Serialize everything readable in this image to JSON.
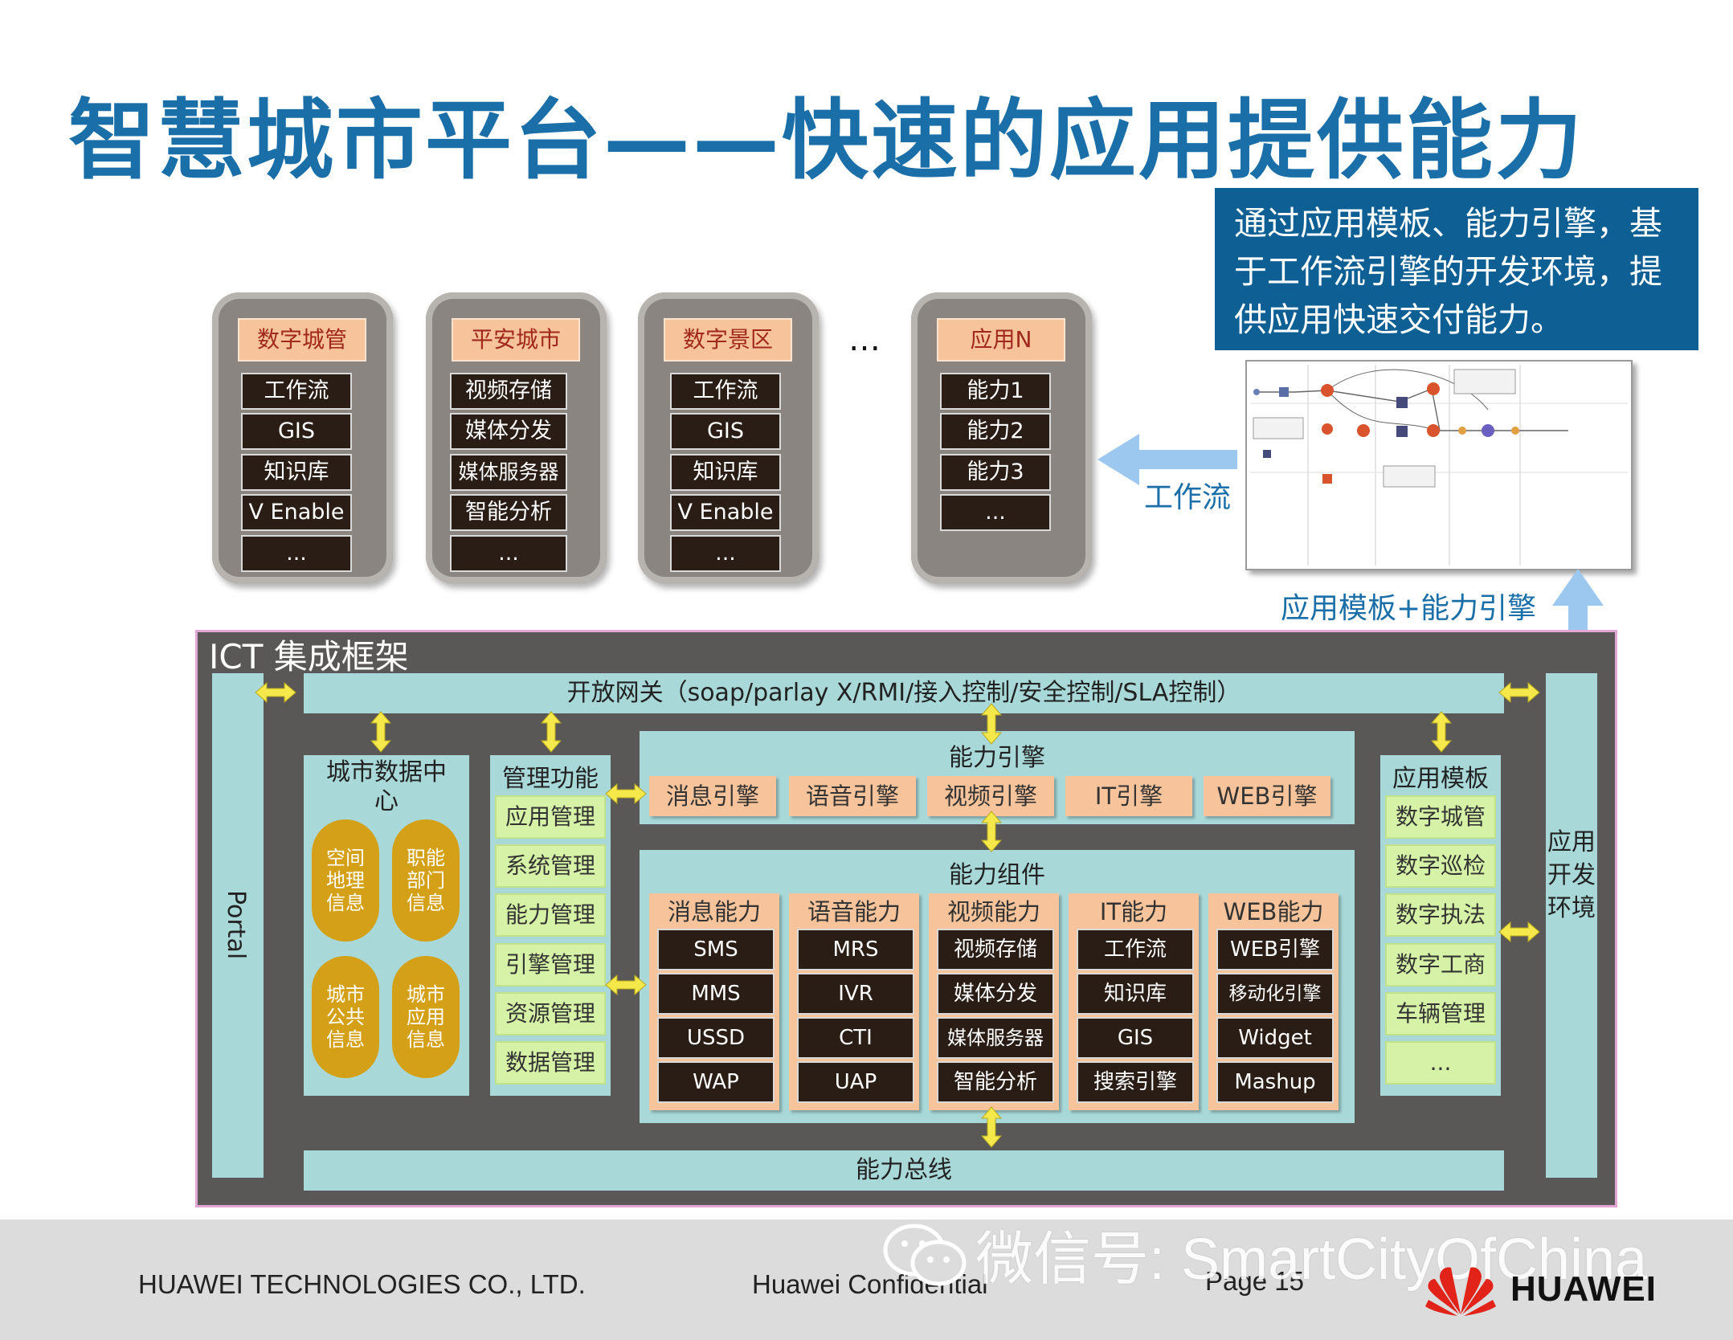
{
  "title": "智慧城市平台——快速的应用提供能力",
  "callout": "通过应用模板、能力引擎，基于工作流引擎的开发环境，提供应用快速交付能力。",
  "app_cards": [
    {
      "name": "数字城管",
      "items": [
        "工作流",
        "GIS",
        "知识库",
        "V Enable",
        "..."
      ]
    },
    {
      "name": "平安城市",
      "items": [
        "视频存储",
        "媒体分发",
        "媒体服务器",
        "智能分析",
        "..."
      ]
    },
    {
      "name": "数字景区",
      "items": [
        "工作流",
        "GIS",
        "知识库",
        "V Enable",
        "..."
      ]
    },
    {
      "name": "应用N",
      "items": [
        "能力1",
        "能力2",
        "能力3",
        "..."
      ]
    }
  ],
  "ellipsis": "…",
  "workflow_label": "工作流",
  "template_engine_label": "应用模板+能力引擎",
  "ict": {
    "title": "ICT 集成框架",
    "gateway": "开放网关（soap/parlay X/RMI/接入控制/安全控制/SLA控制）",
    "portal": "Portal",
    "dev_env": "应用开发环境",
    "bus": "能力总线",
    "data_center": {
      "title": "城市数据中心",
      "items": [
        "空间地理信息",
        "职能部门信息",
        "城市公共信息",
        "城市应用信息"
      ]
    },
    "management": {
      "title": "管理功能",
      "items": [
        "应用管理",
        "系统管理",
        "能力管理",
        "引擎管理",
        "资源管理",
        "数据管理"
      ]
    },
    "engines": {
      "title": "能力引擎",
      "items": [
        "消息引擎",
        "语音引擎",
        "视频引擎",
        "IT引擎",
        "WEB引擎"
      ]
    },
    "components": {
      "title": "能力组件",
      "groups": [
        {
          "name": "消息能力",
          "items": [
            "SMS",
            "MMS",
            "USSD",
            "WAP"
          ]
        },
        {
          "name": "语音能力",
          "items": [
            "MRS",
            "IVR",
            "CTI",
            "UAP"
          ]
        },
        {
          "name": "视频能力",
          "items": [
            "视频存储",
            "媒体分发",
            "媒体服务器",
            "智能分析"
          ]
        },
        {
          "name": "IT能力",
          "items": [
            "工作流",
            "知识库",
            "GIS",
            "搜索引擎"
          ]
        },
        {
          "name": "WEB能力",
          "items": [
            "WEB引擎",
            "移动化引擎",
            "Widget",
            "Mashup"
          ]
        }
      ]
    },
    "templates": {
      "title": "应用模板",
      "items": [
        "数字城管",
        "数字巡检",
        "数字执法",
        "数字工商",
        "车辆管理",
        "..."
      ]
    }
  },
  "footer": {
    "company": "HUAWEI TECHNOLOGIES CO., LTD.",
    "confidential": "Huawei Confidential",
    "page": "Page 15",
    "watermark": "微信号: SmartCityOfChina",
    "logo": "HUAWEI"
  },
  "colors": {
    "title_blue": "#1a6fa8",
    "callout_bg": "#0e5f94",
    "teal": "#a8d8d8",
    "orange": "#f6c39a",
    "green": "#d6f2a6",
    "dark_item": "#2a1d15",
    "pill_gold": "#d4a017",
    "huawei_red": "#e2231a"
  }
}
